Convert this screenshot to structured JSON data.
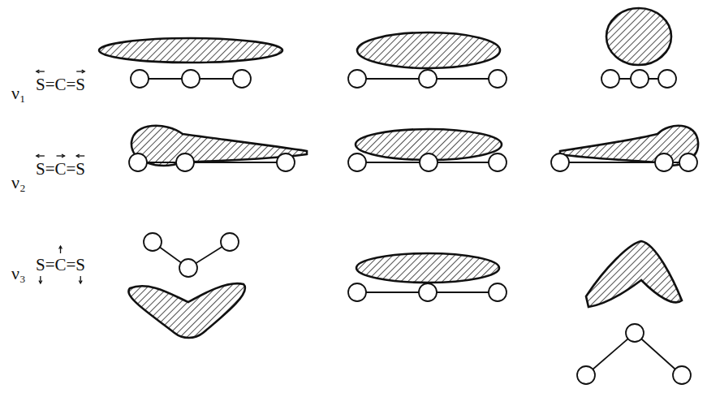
{
  "diagram": {
    "labels": [
      "ν₁",
      "S=C=S",
      "ν₂",
      "S=C=S",
      "ν₃",
      "S=C=S"
    ]
  }
}
